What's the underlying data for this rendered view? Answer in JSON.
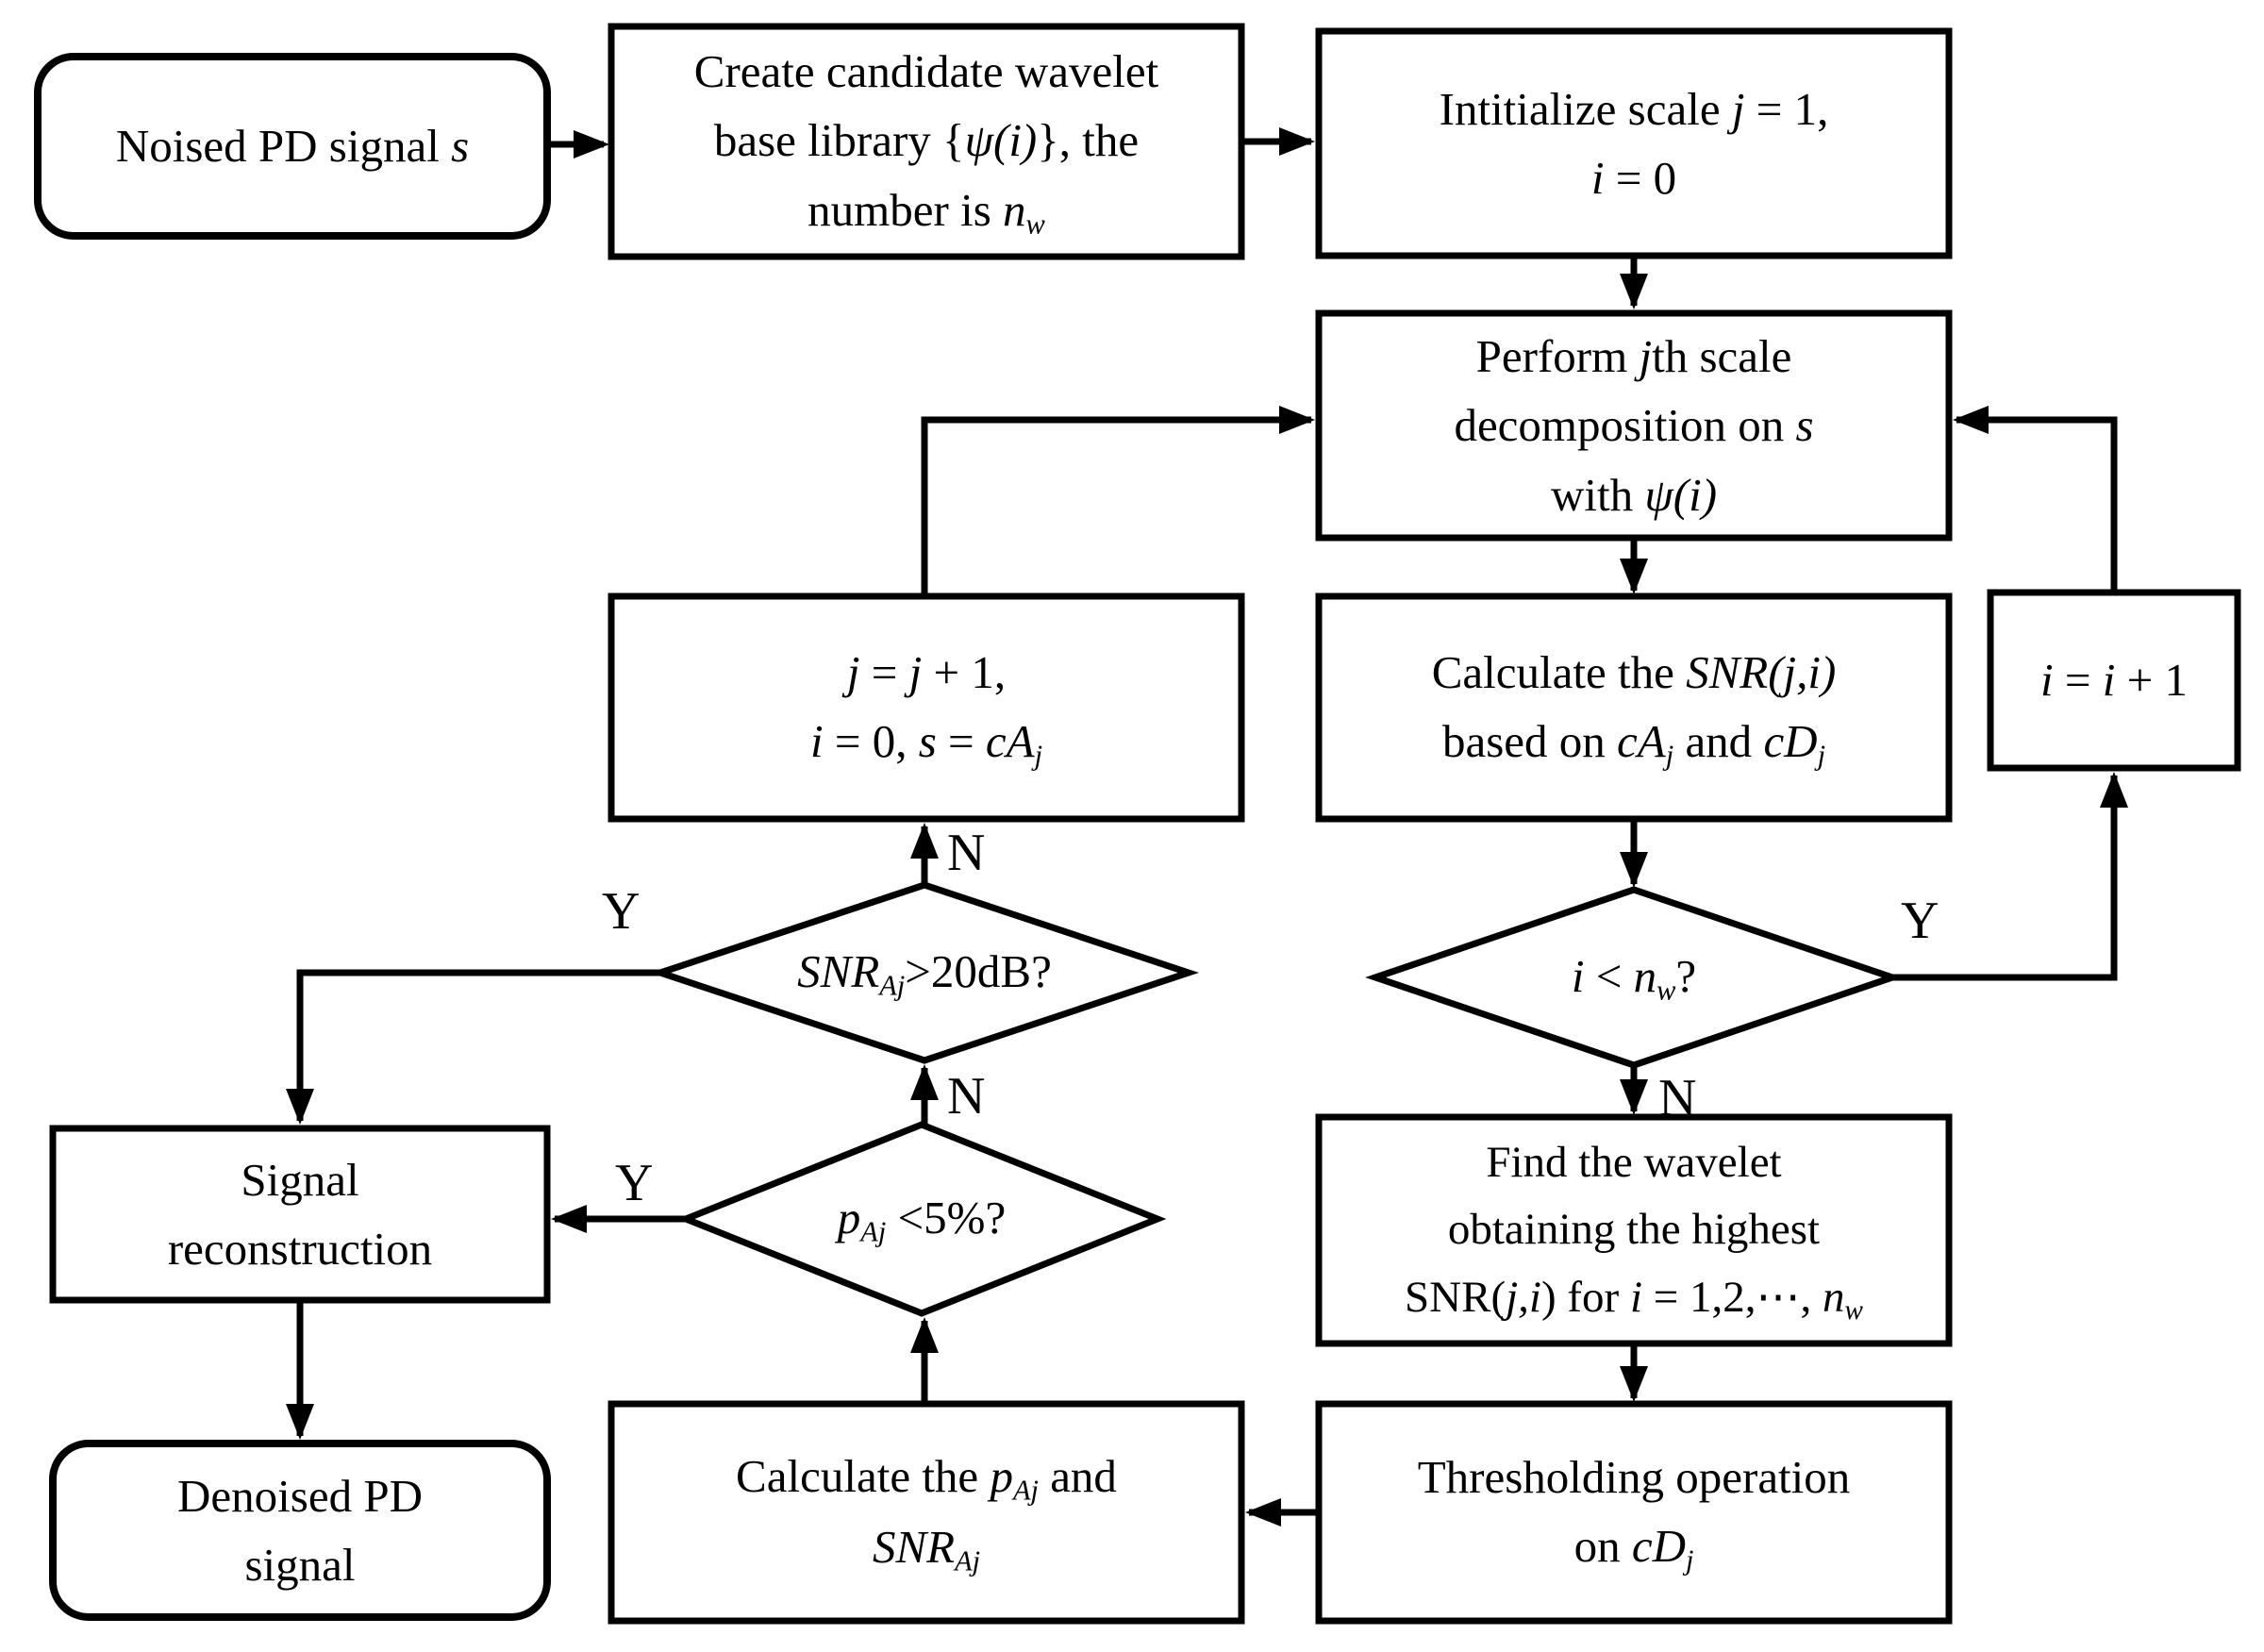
{
  "colors": {
    "ink": "#000000",
    "background": "#ffffff"
  },
  "nodes": {
    "noised_signal": {
      "shape": "rounded-terminator",
      "lines": [
        [
          {
            "t": "Noised PD signal "
          },
          {
            "t": "s",
            "st": "i"
          }
        ]
      ]
    },
    "create_library": {
      "shape": "process",
      "lines": [
        [
          {
            "t": "Create candidate wavelet"
          }
        ],
        [
          {
            "t": "base library {"
          },
          {
            "t": "ψ(i)",
            "st": "i"
          },
          {
            "t": "}, the"
          }
        ],
        [
          {
            "t": "number is "
          },
          {
            "t": "n",
            "st": "i"
          },
          {
            "t": "w",
            "st": "isub"
          }
        ]
      ]
    },
    "initialize_scale": {
      "shape": "process",
      "lines": [
        [
          {
            "t": "Intitialize scale "
          },
          {
            "t": "j",
            "st": "i"
          },
          {
            "t": " = 1,"
          }
        ],
        [
          {
            "t": "i",
            "st": "i"
          },
          {
            "t": " = 0"
          }
        ]
      ]
    },
    "perform_decomposition": {
      "shape": "process",
      "lines": [
        [
          {
            "t": "Perform "
          },
          {
            "t": "j",
            "st": "i"
          },
          {
            "t": "th scale"
          }
        ],
        [
          {
            "t": "decomposition on "
          },
          {
            "t": "s",
            "st": "i"
          }
        ],
        [
          {
            "t": "with "
          },
          {
            "t": "ψ(i)",
            "st": "i"
          }
        ]
      ]
    },
    "calculate_snr": {
      "shape": "process",
      "lines": [
        [
          {
            "t": "Calculate the "
          },
          {
            "t": "SNR(j,i)",
            "st": "i"
          }
        ],
        [
          {
            "t": "based on "
          },
          {
            "t": "cA",
            "st": "i"
          },
          {
            "t": "j",
            "st": "isub"
          },
          {
            "t": " and "
          },
          {
            "t": "cD",
            "st": "i"
          },
          {
            "t": "j",
            "st": "isub"
          }
        ]
      ]
    },
    "increment_i": {
      "shape": "process",
      "lines": [
        [
          {
            "t": "i",
            "st": "i"
          },
          {
            "t": " = "
          },
          {
            "t": "i",
            "st": "i"
          },
          {
            "t": " + 1"
          }
        ]
      ]
    },
    "check_i_lt_nw": {
      "shape": "decision",
      "lines": [
        [
          {
            "t": "i",
            "st": "i"
          },
          {
            "t": " < "
          },
          {
            "t": "n",
            "st": "i"
          },
          {
            "t": "w",
            "st": "isub"
          },
          {
            "t": "?"
          }
        ]
      ]
    },
    "find_wavelet": {
      "shape": "process",
      "lines": [
        [
          {
            "t": "Find the wavelet"
          }
        ],
        [
          {
            "t": "obtaining the highest"
          }
        ],
        [
          {
            "t": "SNR("
          },
          {
            "t": "j,i",
            "st": "i"
          },
          {
            "t": ") for "
          },
          {
            "t": "i",
            "st": "i"
          },
          {
            "t": " = 1,2,⋯, "
          },
          {
            "t": "n",
            "st": "i"
          },
          {
            "t": "w",
            "st": "isub"
          }
        ]
      ]
    },
    "thresholding": {
      "shape": "process",
      "lines": [
        [
          {
            "t": "Thresholding operation"
          }
        ],
        [
          {
            "t": "on "
          },
          {
            "t": "cD",
            "st": "i"
          },
          {
            "t": "j",
            "st": "isub"
          }
        ]
      ]
    },
    "calculate_paj_snraj": {
      "shape": "process",
      "lines": [
        [
          {
            "t": "Calculate the "
          },
          {
            "t": "p",
            "st": "i"
          },
          {
            "t": "Aj",
            "st": "isub"
          },
          {
            "t": " and"
          }
        ],
        [
          {
            "t": "SNR",
            "st": "i"
          },
          {
            "t": "Aj",
            "st": "isub"
          }
        ]
      ]
    },
    "check_paj": {
      "shape": "decision",
      "lines": [
        [
          {
            "t": "p",
            "st": "i"
          },
          {
            "t": "Aj",
            "st": "isub"
          },
          {
            "t": " <5%?"
          }
        ]
      ]
    },
    "check_snraj": {
      "shape": "decision",
      "lines": [
        [
          {
            "t": "SNR",
            "st": "i"
          },
          {
            "t": "Aj",
            "st": "isub"
          },
          {
            "t": ">20dB?"
          }
        ]
      ]
    },
    "increment_j": {
      "shape": "process",
      "lines": [
        [
          {
            "t": "j",
            "st": "i"
          },
          {
            "t": " = "
          },
          {
            "t": "j",
            "st": "i"
          },
          {
            "t": " + 1,"
          }
        ],
        [
          {
            "t": "i",
            "st": "i"
          },
          {
            "t": " = 0, "
          },
          {
            "t": "s",
            "st": "i"
          },
          {
            "t": " = "
          },
          {
            "t": "cA",
            "st": "i"
          },
          {
            "t": "j",
            "st": "isub"
          }
        ]
      ]
    },
    "signal_reconstruction": {
      "shape": "process",
      "lines": [
        [
          {
            "t": "Signal"
          }
        ],
        [
          {
            "t": "reconstruction"
          }
        ]
      ]
    },
    "denoised_signal": {
      "shape": "rounded-terminator",
      "lines": [
        [
          {
            "t": "Denoised PD"
          }
        ],
        [
          {
            "t": "signal"
          }
        ]
      ]
    }
  },
  "edge_labels": {
    "i_lt_nw_yes": "Y",
    "i_lt_nw_no": "N",
    "snraj_yes": "Y",
    "snraj_no": "N",
    "paj_yes": "Y",
    "paj_no": "N"
  }
}
